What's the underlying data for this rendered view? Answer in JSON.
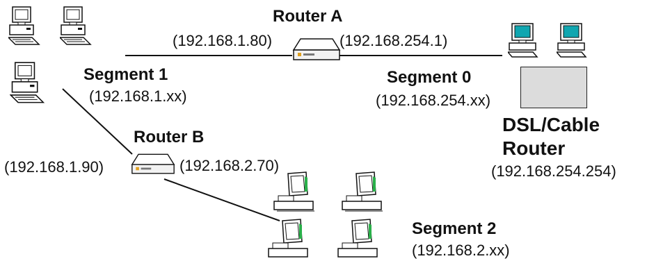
{
  "routers": {
    "a": {
      "name": "Router A",
      "ip_left": "(192.168.1.80)",
      "ip_right": "(192.168.254.1)"
    },
    "b": {
      "name": "Router B",
      "ip_left": "(192.168.1.90)",
      "ip_right": "(192.168.2.70)"
    },
    "dsl": {
      "name_line1": "DSL/Cable",
      "name_line2": "Router",
      "ip": "(192.168.254.254)"
    }
  },
  "segments": {
    "s0": {
      "name": "Segment 0",
      "subnet": "(192.168.254.xx)"
    },
    "s1": {
      "name": "Segment 1",
      "subnet": "(192.168.1.xx)"
    },
    "s2": {
      "name": "Segment 2",
      "subnet": "(192.168.2.xx)"
    }
  },
  "colors": {
    "line": "#111111",
    "monitor_screen": "#10a6b0",
    "router_body": "#f2f2f2",
    "router_led": "#e0a020",
    "dsl_box": "#dcdcdc"
  },
  "icons": [
    "desktop-computer-icon",
    "router-icon",
    "workstation-icon"
  ]
}
